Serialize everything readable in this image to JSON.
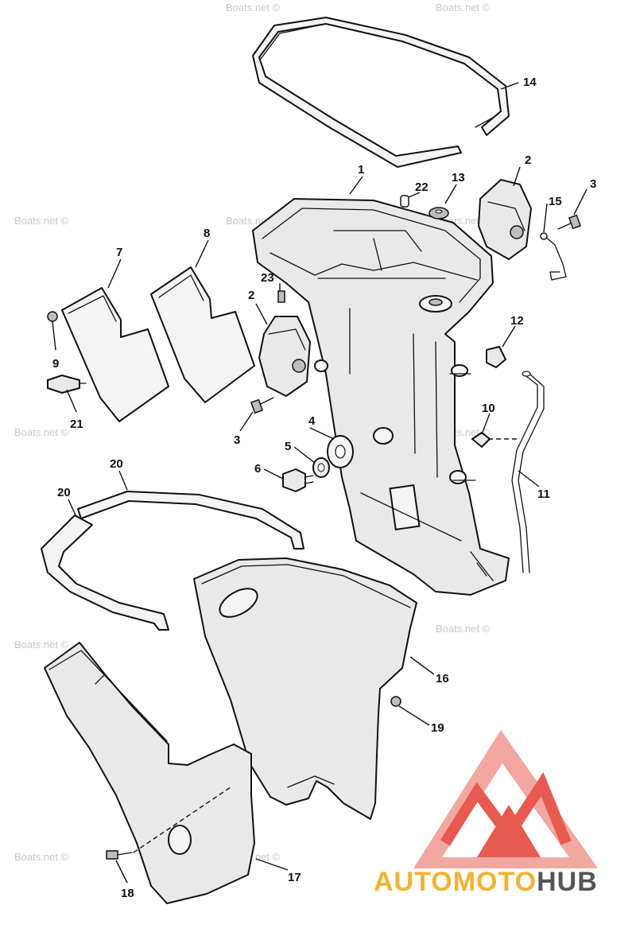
{
  "watermark": "Boats.net ©",
  "brand": {
    "word_auto": "AUTO",
    "word_moto": "MOTO",
    "word_hub": "HUB",
    "colors": {
      "auto": "#f2b233",
      "moto": "#f2b233",
      "hub": "#555555",
      "logo": "#e8594f"
    }
  },
  "callouts": {
    "c1": "1",
    "c2a": "2",
    "c2b": "2",
    "c3a": "3",
    "c3b": "3",
    "c4": "4",
    "c5": "5",
    "c6": "6",
    "c7": "7",
    "c8": "8",
    "c9": "9",
    "c10": "10",
    "c11": "11",
    "c12": "12",
    "c13": "13",
    "c14": "14",
    "c15": "15",
    "c16": "16",
    "c17": "17",
    "c18": "18",
    "c19": "19",
    "c20a": "20",
    "c20b": "20",
    "c21": "21",
    "c22": "22",
    "c23": "23"
  }
}
